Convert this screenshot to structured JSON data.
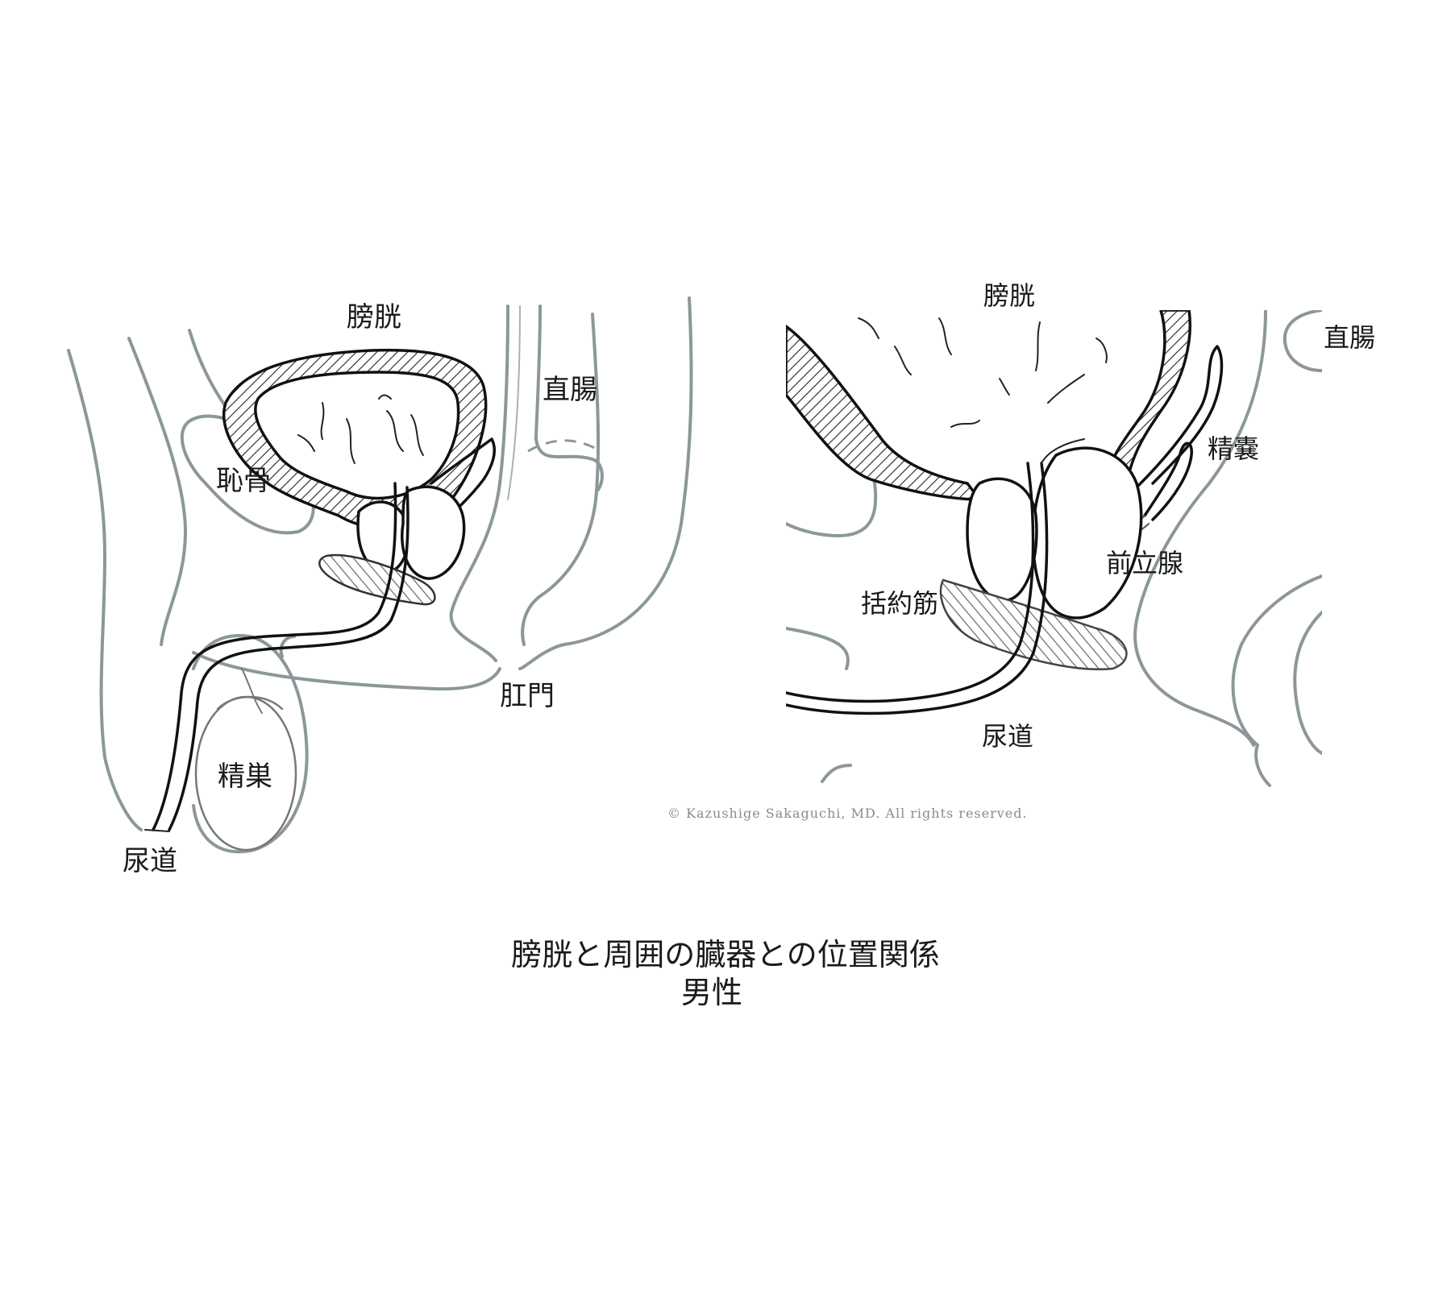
{
  "figure_left": {
    "labels": {
      "bladder": "膀胱",
      "rectum": "直腸",
      "pubis": "恥骨",
      "anus": "肛門",
      "testis": "精巣",
      "urethra": "尿道"
    }
  },
  "figure_right": {
    "labels": {
      "bladder": "膀胱",
      "rectum": "直腸",
      "seminal_vesicle": "精嚢",
      "prostate": "前立腺",
      "sphincter": "括約筋",
      "urethra": "尿道"
    }
  },
  "copyright": "© Kazushige Sakaguchi, MD. All rights reserved.",
  "caption": {
    "line1": "膀胱と周囲の臓器との位置関係",
    "line2": "男性"
  },
  "colors": {
    "ink": "#111111",
    "outline_grey": "#8c9799"
  }
}
